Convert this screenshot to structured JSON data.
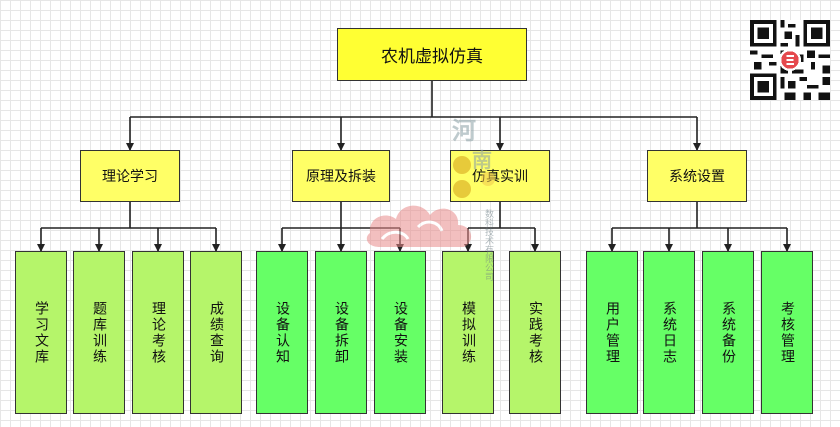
{
  "root": {
    "label": "农机虚拟仿真"
  },
  "branches": [
    {
      "label": "理论学习",
      "leaves": [
        "学习文库",
        "题库训练",
        "理论考核",
        "成绩查询"
      ]
    },
    {
      "label": "原理及拆装",
      "leaves": [
        "设备认知",
        "设备拆卸",
        "设备安装"
      ]
    },
    {
      "label": "仿真实训",
      "leaves": [
        "模拟训练",
        "实践考核"
      ]
    },
    {
      "label": "系统设置",
      "leaves": [
        "用户管理",
        "系统日志",
        "系统备份",
        "考核管理"
      ]
    }
  ],
  "watermark": {
    "text": "河南 数科技术有限公司"
  },
  "colors": {
    "root_fill": "#ffff33",
    "branch_fill": "#ffff66",
    "leaf_light": "#b5f56a",
    "leaf_green": "#66ff66"
  }
}
